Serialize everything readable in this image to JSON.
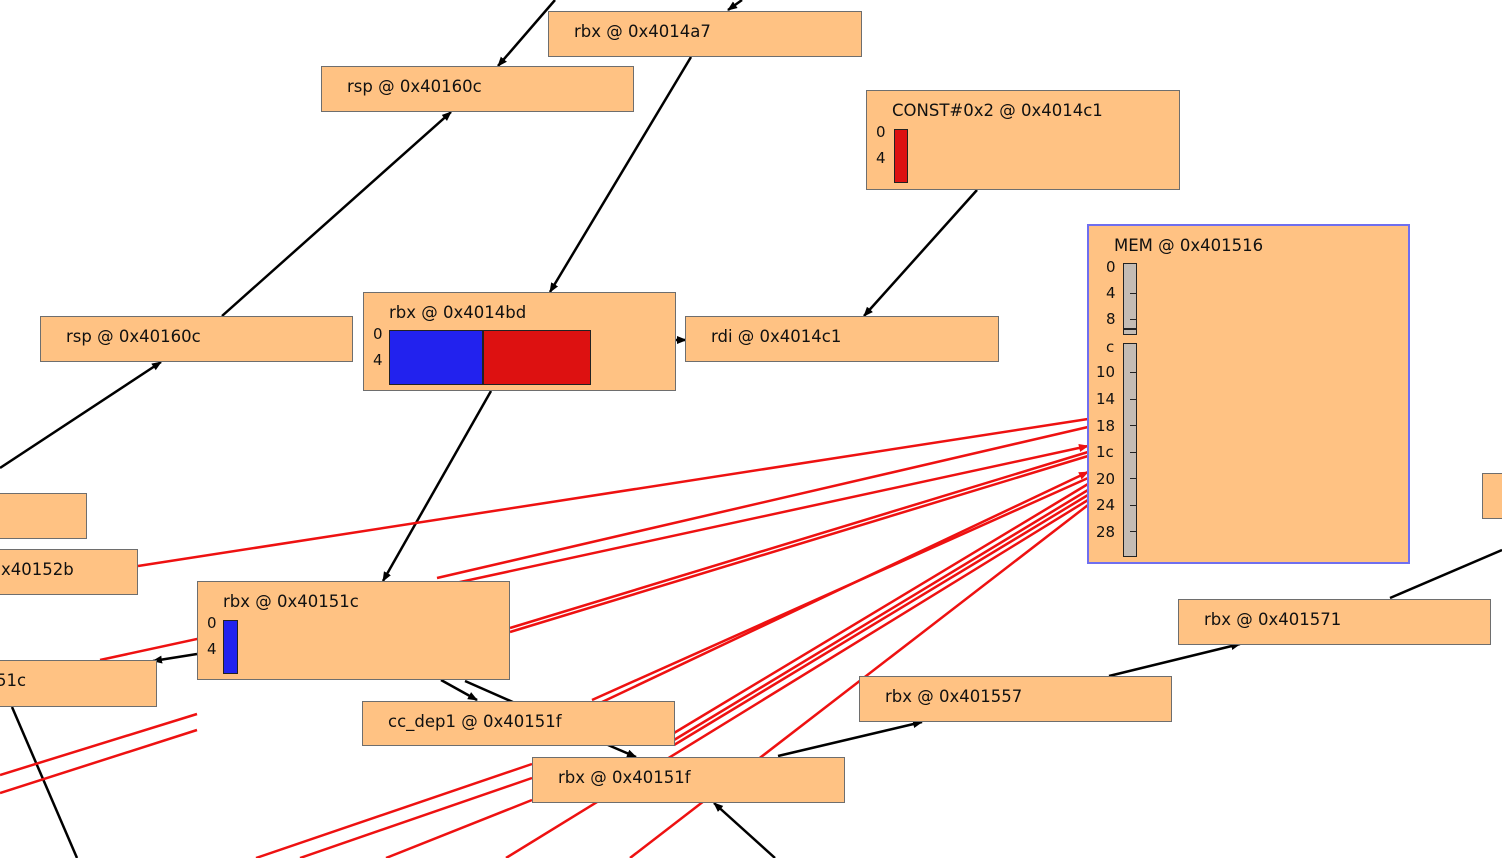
{
  "nodes": {
    "rbx_4014a7": "rbx @ 0x4014a7",
    "rsp_40160c_top": "rsp @ 0x40160c",
    "const_4014c1": "CONST#0x2 @ 0x4014c1",
    "mem_401516": "MEM @ 0x401516",
    "rsp_40160c_left": "rsp @ 0x40160c",
    "rbx_4014bd": "rbx @ 0x4014bd",
    "rdi_4014c1": "rdi @ 0x4014c1",
    "partial_40152b": "x40152b",
    "rbx_40151c": "rbx @ 0x40151c",
    "partial_51c": "51c",
    "cc_dep1_40151f": "cc_dep1 @ 0x40151f",
    "rbx_40151f": "rbx @ 0x40151f",
    "rbx_401557": "rbx @ 0x401557",
    "rbx_401571": "rbx @ 0x401571"
  },
  "offsets": {
    "const_4014c1": [
      "0",
      "4"
    ],
    "rbx_4014bd": [
      "0",
      "4"
    ],
    "rbx_40151c": [
      "0",
      "4"
    ],
    "mem_401516": [
      "0",
      "4",
      "8",
      "c",
      "10",
      "14",
      "18",
      "1c",
      "20",
      "24",
      "28"
    ]
  },
  "colors": {
    "node_fill": "#ffc283",
    "selected_border": "#6f6ff0",
    "blue_region": "#2222ee",
    "red_region": "#dd1111",
    "mem_region": "#c4bcb4",
    "edge_black": "#000000",
    "edge_red": "#ee1111"
  }
}
